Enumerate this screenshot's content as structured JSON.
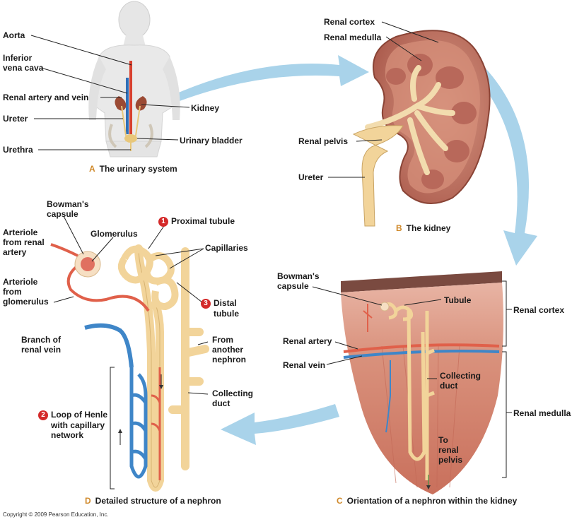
{
  "panel_a": {
    "caption_letter": "A",
    "caption": "The urinary system",
    "labels": {
      "aorta": "Aorta",
      "vena_cava_1": "Inferior",
      "vena_cava_2": "vena cava",
      "renal_artery_vein": "Renal artery and vein",
      "ureter": "Ureter",
      "urethra": "Urethra",
      "kidney": "Kidney",
      "urinary_bladder": "Urinary bladder"
    }
  },
  "panel_b": {
    "caption_letter": "B",
    "caption": "The kidney",
    "labels": {
      "renal_cortex": "Renal cortex",
      "renal_medulla": "Renal medulla",
      "renal_pelvis": "Renal pelvis",
      "ureter": "Ureter"
    }
  },
  "panel_c": {
    "caption_letter": "C",
    "caption": "Orientation of a nephron within the kidney",
    "labels": {
      "bowmans_1": "Bowman's",
      "bowmans_2": "capsule",
      "tubule": "Tubule",
      "renal_cortex": "Renal cortex",
      "renal_artery": "Renal artery",
      "renal_vein": "Renal vein",
      "collecting_1": "Collecting",
      "collecting_2": "duct",
      "renal_medulla": "Renal medulla",
      "to_1": "To",
      "to_2": "renal",
      "to_3": "pelvis"
    }
  },
  "panel_d": {
    "caption_letter": "D",
    "caption": "Detailed structure of a nephron",
    "labels": {
      "bowmans_1": "Bowman's",
      "bowmans_2": "capsule",
      "glomerulus": "Glomerulus",
      "arteriole_in_1": "Arteriole",
      "arteriole_in_2": "from renal",
      "arteriole_in_3": "artery",
      "arteriole_out_1": "Arteriole",
      "arteriole_out_2": "from",
      "arteriole_out_3": "glomerulus",
      "proximal_num": "1",
      "proximal": "Proximal tubule",
      "capillaries": "Capillaries",
      "distal_num": "3",
      "distal_1": "Distal",
      "distal_2": "tubule",
      "branch_1": "Branch of",
      "branch_2": "renal vein",
      "from_1": "From",
      "from_2": "another",
      "from_3": "nephron",
      "collecting_1": "Collecting",
      "collecting_2": "duct",
      "loop_num": "2",
      "loop_1": "Loop of Henle",
      "loop_2": "with capillary",
      "loop_3": "network"
    }
  },
  "copyright": "Copyright © 2009 Pearson Education, Inc.",
  "colors": {
    "arrow": "#a9d3ea",
    "artery": "#e0604a",
    "vein": "#3f86c8",
    "tubule": "#f2d49a",
    "kidney": "#c9826c",
    "tissue": "#d99a86"
  }
}
